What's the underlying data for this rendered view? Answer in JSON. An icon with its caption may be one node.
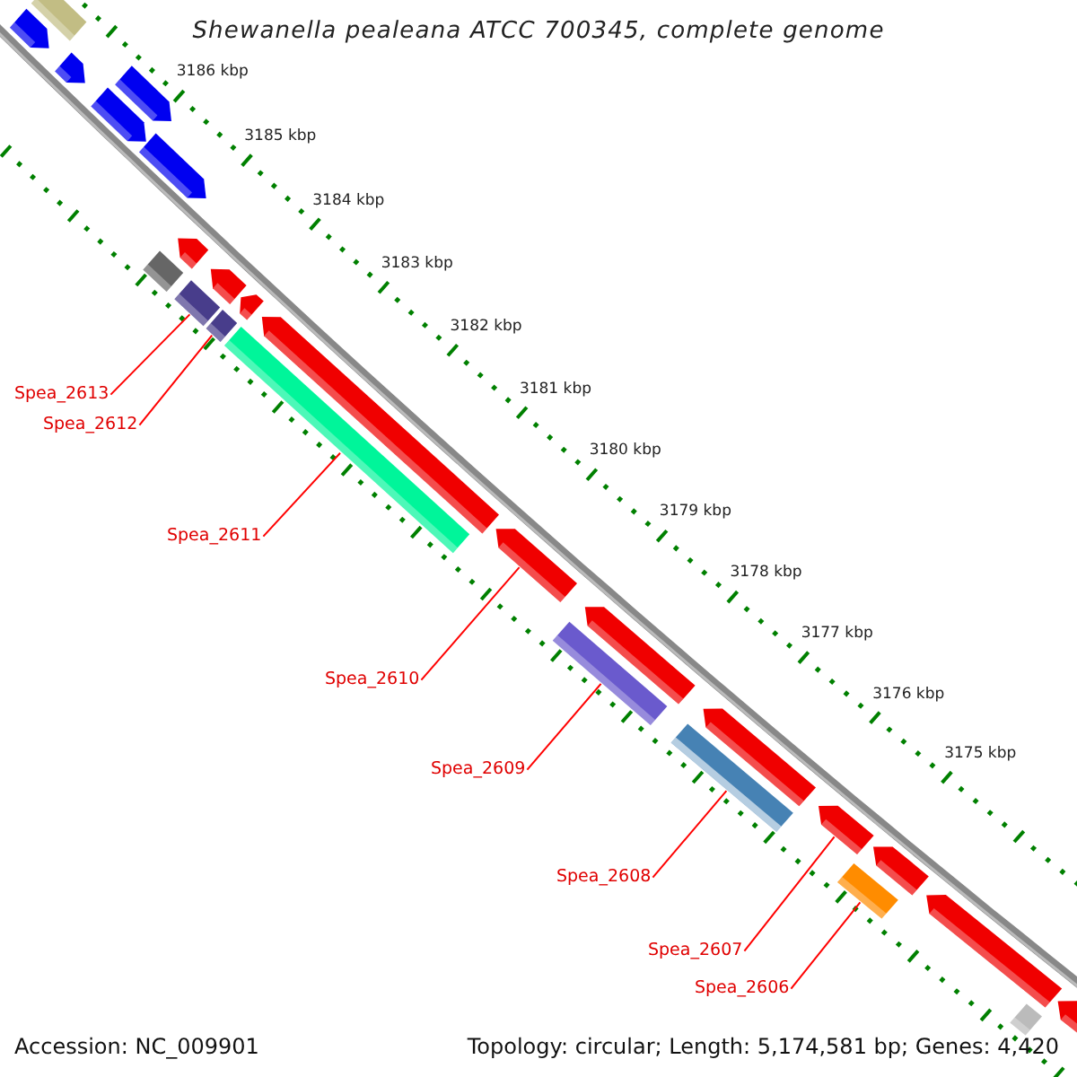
{
  "diagram": {
    "title": "Shewanella pealeana ATCC 700345, complete genome",
    "nodes": [
      {
        "text": [
          "Spea_2613"
        ]
      },
      {
        "text": [
          "Spea_2612"
        ]
      },
      {
        "text": [
          "Spea_2611"
        ]
      },
      {
        "text": [
          "Spea_2610"
        ]
      },
      {
        "text": [
          "Spea_2609"
        ]
      },
      {
        "text": [
          "Spea_2608"
        ]
      },
      {
        "text": [
          "Spea_2607"
        ]
      },
      {
        "text": [
          "Spea_2606"
        ]
      },
      {
        "text": [],
        "shape": "box"
      },
      {
        "text": [],
        "shape": "bar"
      },
      {
        "text": [],
        "shape": "bar"
      },
      {
        "text": [],
        "shape": "bar"
      },
      {
        "text": [],
        "shape": "bar"
      },
      {
        "text": [],
        "shape": "bar"
      },
      {
        "text": [],
        "shape": "box"
      },
      {
        "text": [],
        "shape": "bar"
      },
      {
        "text": [],
        "shape": "box"
      },
      {
        "text": [],
        "shape": "bar"
      },
      {
        "text": [],
        "shape": "box"
      },
      {
        "text": [],
        "shape": "bar"
      },
      {
        "text": [],
        "shape": "box"
      },
      {
        "text": [],
        "shape": "bar"
      },
      {
        "text": [],
        "shape": "bar"
      },
      {
        "text": [],
        "shape": "box"
      },
      {
        "text": [],
        "shape": "bar"
      },
      {
        "text": [],
        "shape": "box"
      },
      {
        "text": [],
        "shape": "bar"
      },
      {
        "text": [],
        "shape": "bar"
      },
      {
        "text": [],
        "shape": "box"
      },
      {
        "text": [],
        "shape": "bar"
      },
      {
        "text": [],
        "shape": "bar"
      },
      {
        "text": [],
        "shape": "box"
      },
      {
        "text": [],
        "shape": "bar"
      }
    ],
    "edges": [
      {
        "from": 0,
        "to": 16,
        "arrow": "none"
      },
      {
        "from": 1,
        "to": 18,
        "arrow": "none"
      },
      {
        "from": 2,
        "to": 20,
        "arrow": "none"
      },
      {
        "from": 3,
        "to": 22,
        "arrow": "none"
      },
      {
        "from": 4,
        "to": 23,
        "arrow": "none"
      },
      {
        "from": 5,
        "to": 25,
        "arrow": "none"
      },
      {
        "from": 6,
        "to": 27,
        "arrow": "none"
      },
      {
        "from": 7,
        "to": 28,
        "arrow": "none"
      }
    ],
    "labels": [
      "3186 kbp",
      "3185 kbp",
      "3184 kbp",
      "3183 kbp",
      "3182 kbp",
      "3181 kbp",
      "3180 kbp",
      "3179 kbp",
      "3178 kbp",
      "3177 kbp",
      "3176 kbp",
      "3175 kbp",
      "Accession: NC_009901",
      "Topology: circular; Length: 5,174,581 bp; Genes: 4,420"
    ]
  }
}
